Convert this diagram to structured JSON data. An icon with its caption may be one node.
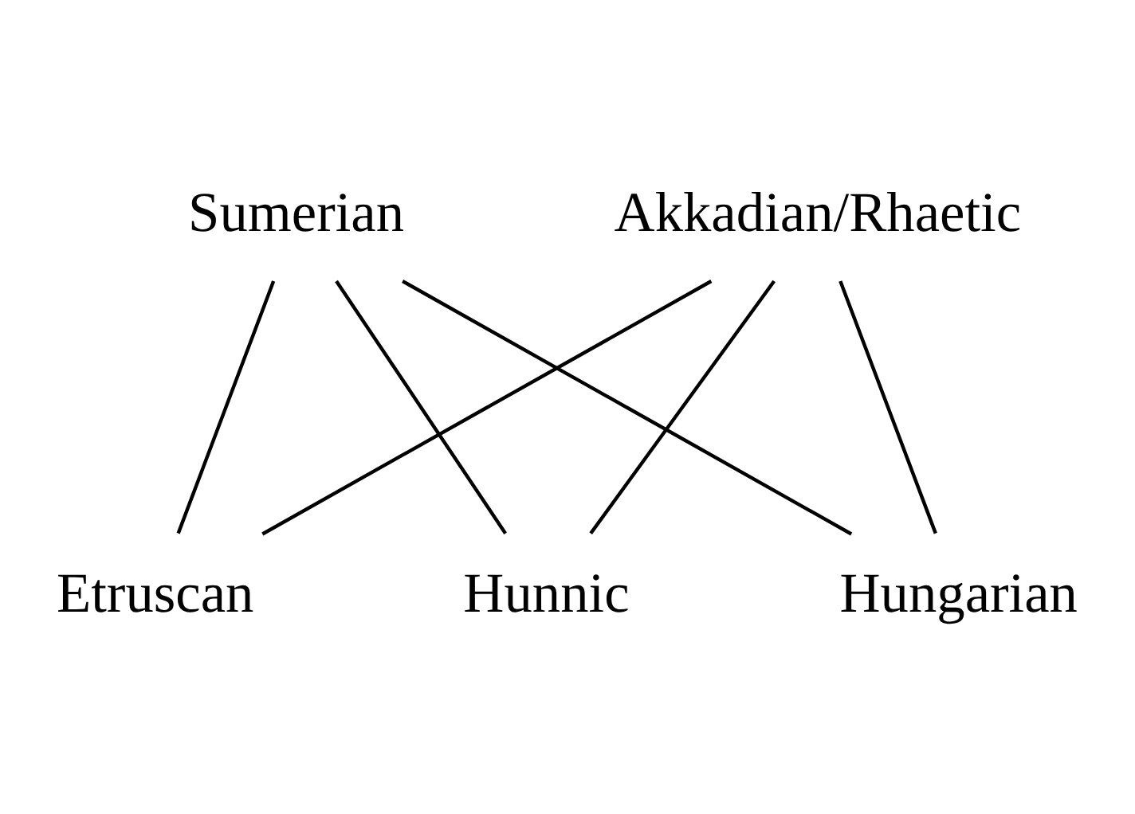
{
  "diagram": {
    "nodes": [
      {
        "text": [
          "Sumerian"
        ]
      },
      {
        "text": [
          "Akkadian/Rhaetic"
        ]
      },
      {
        "text": [
          "Etruscan"
        ]
      },
      {
        "text": [
          "Hunnic"
        ]
      },
      {
        "text": [
          "Hungarian"
        ]
      }
    ],
    "edges": [
      {
        "from": 0,
        "to": 4,
        "arrow": "none"
      },
      {
        "from": 0,
        "to": 2,
        "arrow": "none"
      },
      {
        "from": 0,
        "to": 3,
        "arrow": "none"
      },
      {
        "from": 1,
        "to": 4,
        "arrow": "none"
      },
      {
        "from": 1,
        "to": 2,
        "arrow": "none"
      },
      {
        "from": 1,
        "to": 3,
        "arrow": "none"
      }
    ]
  }
}
